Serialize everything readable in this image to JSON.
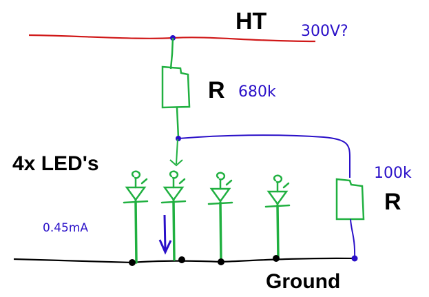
{
  "labels": {
    "ht": "HT",
    "ht_voltage": "300V?",
    "r_top": "R",
    "r_top_value": "680k",
    "led_count": "4x LED's",
    "current": "0.45mA",
    "r_side_value": "100k",
    "r_side": "R",
    "ground": "Ground"
  },
  "colors": {
    "ht_rail": "#d01818",
    "component": "#20b040",
    "wire_blue": "#2a10c8",
    "ground_rail": "#000000",
    "node_fill": "#000000",
    "node_blue": "#2a10c8"
  },
  "leds": [
    {
      "name": "led-1"
    },
    {
      "name": "led-2"
    },
    {
      "name": "led-3"
    },
    {
      "name": "led-4"
    }
  ]
}
